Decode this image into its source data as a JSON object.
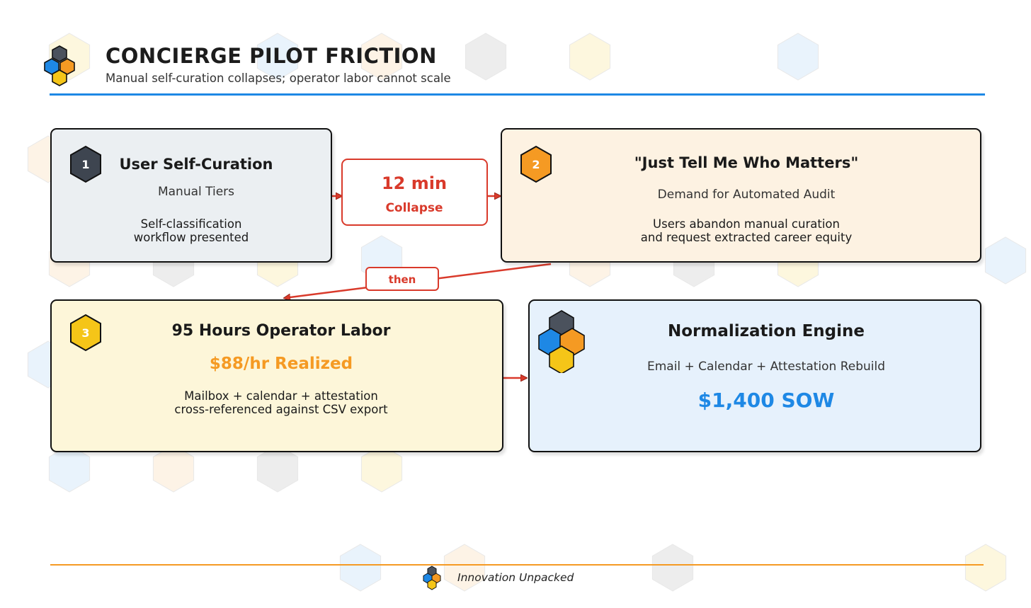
{
  "header": {
    "title": "CONCIERGE PILOT FRICTION",
    "subtitle": "Manual self-curation collapses; operator labor cannot scale"
  },
  "steps": [
    {
      "badge": "1",
      "title": "User Self-Curation",
      "subtitle": "Manual Tiers",
      "body_line1": "Self-classification",
      "body_line2": "workflow presented"
    },
    {
      "badge": "2",
      "title": "\"Just Tell Me Who Matters\"",
      "subtitle": "Demand for Automated Audit",
      "body_line1": "Users abandon manual curation",
      "body_line2": "and request extracted career equity"
    },
    {
      "badge": "3",
      "title": "95 Hours Operator Labor",
      "highlight": "$88/hr Realized",
      "body_line1": "Mailbox + calendar + attestation",
      "body_line2": "cross-referenced against CSV export"
    }
  ],
  "engine": {
    "title": "Normalization Engine",
    "subtitle": "Email + Calendar + Attestation Rebuild",
    "price": "$1,400 SOW"
  },
  "collapse": {
    "value": "12 min",
    "label": "Collapse"
  },
  "connector_label": "then",
  "footer": {
    "brand": "Innovation Unpacked"
  },
  "colors": {
    "accent_blue": "#1e88e5",
    "accent_orange": "#f59a23",
    "accent_red": "#d93a2b",
    "accent_yellow": "#f5c518",
    "dark_hex": "#3e4550"
  },
  "icons": [
    "hexagon-logo-icon",
    "step-badge-icon",
    "arrow-icon"
  ]
}
